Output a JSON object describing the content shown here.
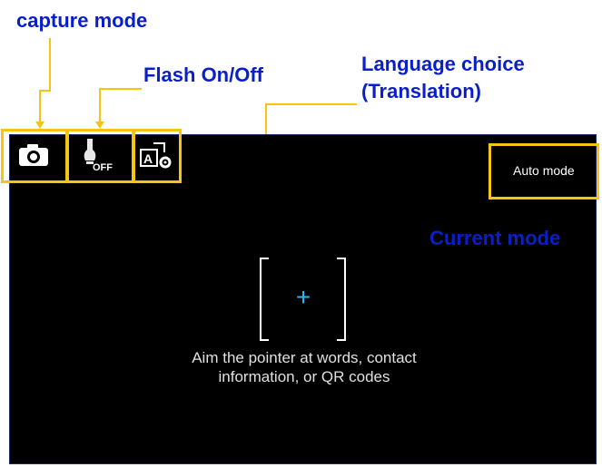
{
  "annotations": {
    "capture_mode": "capture mode",
    "flash_toggle": "Flash On/Off",
    "language_line1": "Language choice",
    "language_line2": "(Translation)",
    "current_mode": "Current mode"
  },
  "toolbar": {
    "capture_icon": "camera-icon",
    "flash_icon": "flash-off-icon",
    "flash_state": "OFF",
    "language_icon": "translate-settings-icon",
    "language_glyph": "A"
  },
  "status": {
    "mode_label": "Auto mode"
  },
  "viewfinder": {
    "crosshair": "+",
    "hint_line1": "Aim the pointer at words, contact",
    "hint_line2": "information, or QR codes"
  },
  "colors": {
    "annotation_text": "#0b1fc8",
    "highlight": "#f6c514",
    "screen_bg": "#000000",
    "crosshair": "#29b6f6"
  }
}
